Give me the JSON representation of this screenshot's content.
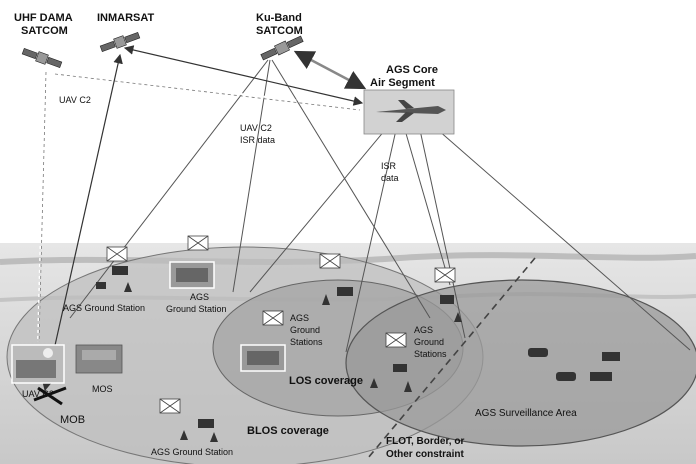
{
  "satellites": {
    "uhf_line1": "UHF DAMA",
    "uhf_line2": "SATCOM",
    "inmarsat": "INMARSAT",
    "ku_line1": "Ku-Band",
    "ku_line2": "SATCOM"
  },
  "air_segment": {
    "line1": "AGS Core",
    "line2": "Air Segment"
  },
  "links": {
    "uav_c2_left": "UAV C2",
    "uav_c2_isr_line1": "UAV C2",
    "uav_c2_isr_line2": "ISR data",
    "isr_line1": "ISR",
    "isr_line2": "data"
  },
  "ground": {
    "station_left": "AGS Ground Station",
    "station_center_line1": "AGS",
    "station_center_line2": "Ground Station",
    "stations_a_line1": "AGS",
    "stations_a_line2": "Ground",
    "stations_a_line3": "Stations",
    "stations_b_line1": "AGS",
    "stations_b_line2": "Ground",
    "stations_b_line3": "Stations",
    "station_bottom": "AGS Ground Station",
    "mos": "MOS",
    "mob": "MOB",
    "uav_c2_bottom": "UAV C2"
  },
  "coverage": {
    "blos": "BLOS coverage",
    "los": "LOS coverage",
    "surveillance": "AGS Surveillance Area"
  },
  "constraint": {
    "line1": "FLOT, Border, or",
    "line2": "Other constraint"
  },
  "colors": {
    "background_top": "#ffffff",
    "terrain": "#cfcfcf",
    "blos_fill": "#bdbdbd",
    "los_fill": "#a8a8a8",
    "surveillance_fill": "#9a9a9a",
    "link_line": "#444444"
  }
}
